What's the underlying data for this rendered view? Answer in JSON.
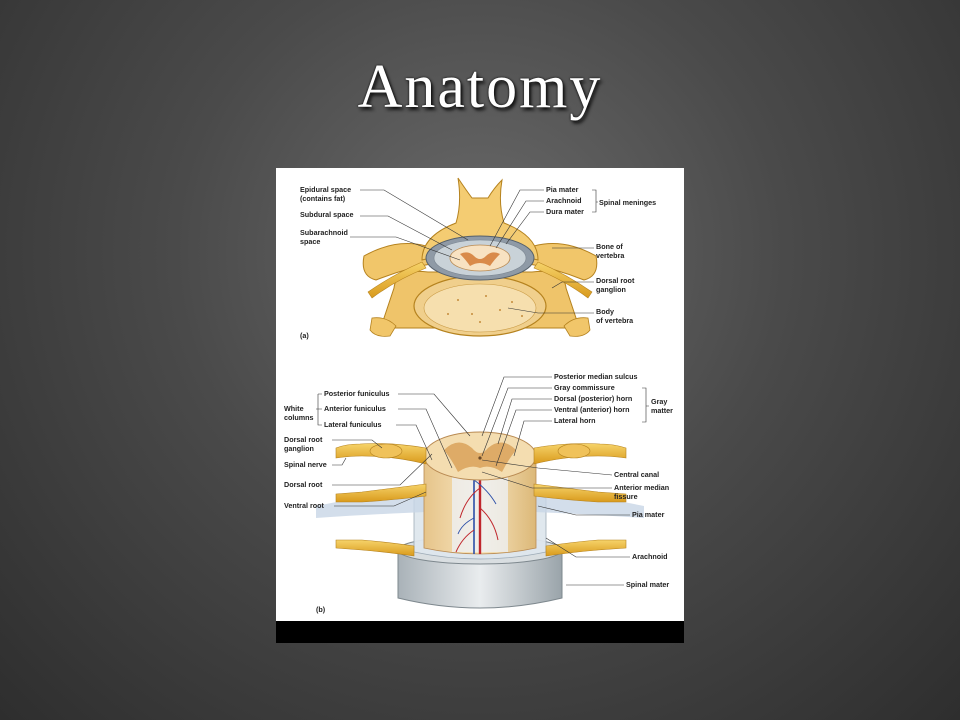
{
  "slide": {
    "title": "Anatomy"
  },
  "panel_a": {
    "letter": "(a)",
    "labels": {
      "epidural_1": "Epidural space",
      "epidural_2": "(contains fat)",
      "subdural": "Subdural space",
      "subarachnoid_1": "Subarachnoid",
      "subarachnoid_2": "space",
      "pia": "Pia mater",
      "arachnoid": "Arachnoid",
      "dura": "Dura mater",
      "meninges": "Spinal meninges",
      "bone_1": "Bone of",
      "bone_2": "vertebra",
      "drg_1": "Dorsal root",
      "drg_2": "ganglion",
      "body_1": "Body",
      "body_2": "of vertebra"
    }
  },
  "panel_b": {
    "letter": "(b)",
    "labels": {
      "white_1": "White",
      "white_2": "columns",
      "post_fun": "Posterior funiculus",
      "ant_fun": "Anterior funiculus",
      "lat_fun": "Lateral funiculus",
      "drg_1": "Dorsal root",
      "drg_2": "ganglion",
      "spinal_nerve": "Spinal nerve",
      "dorsal_root": "Dorsal root",
      "ventral_root": "Ventral root",
      "post_sulcus": "Posterior median sulcus",
      "gray_comm": "Gray commissure",
      "dorsal_horn": "Dorsal (posterior) horn",
      "ventral_horn": "Ventral (anterior) horn",
      "lateral_horn": "Lateral horn",
      "gray_1": "Gray",
      "gray_2": "matter",
      "central_canal": "Central canal",
      "ant_fissure_1": "Anterior median",
      "ant_fissure_2": "fissure",
      "pia": "Pia mater",
      "arachnoid": "Arachnoid",
      "spinal_mater": "Spinal mater"
    }
  }
}
